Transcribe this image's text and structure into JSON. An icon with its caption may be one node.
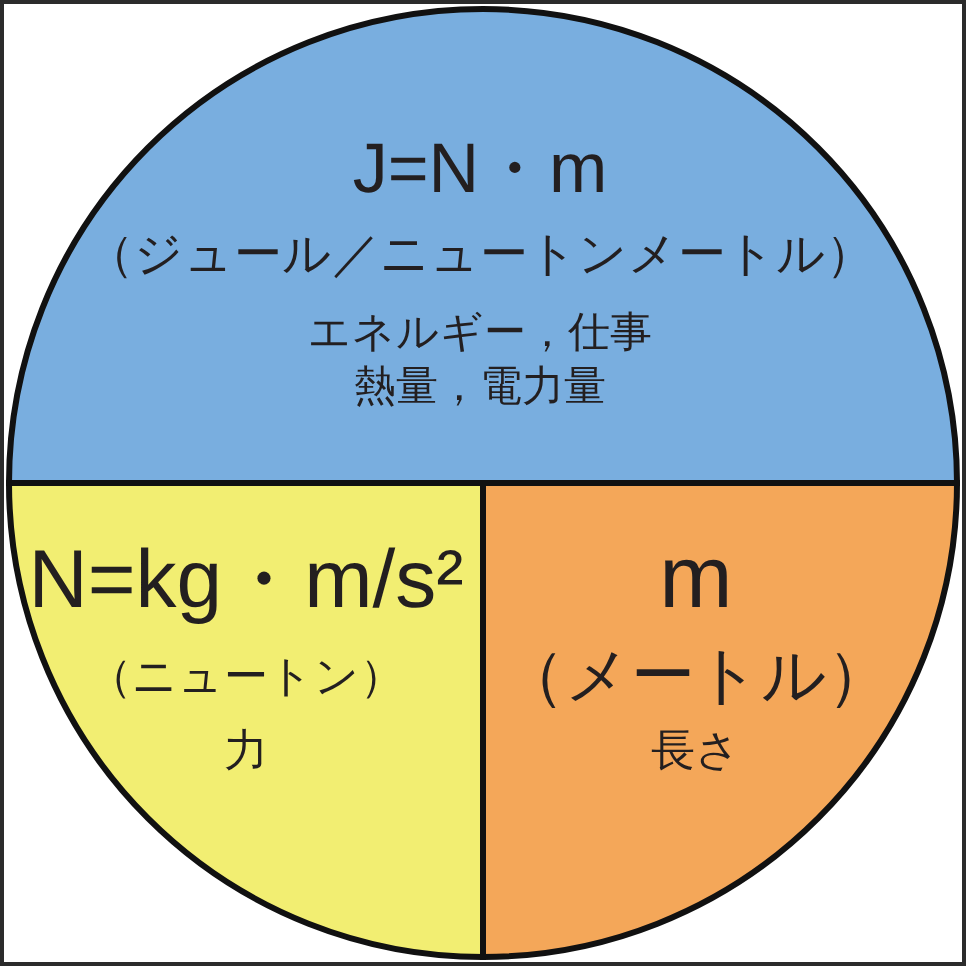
{
  "diagram": {
    "nodes": [
      {
        "text": [
          "J=N・m",
          "（ジュール／ニュートンメートル）",
          "エネルギー，仕事熱量，電力量"
        ]
      },
      {
        "text": [
          "N=kg・m/s²",
          "（ニュートン）",
          "力"
        ]
      },
      {
        "text": [
          "m",
          "（メートル）",
          "長さ"
        ]
      }
    ]
  }
}
